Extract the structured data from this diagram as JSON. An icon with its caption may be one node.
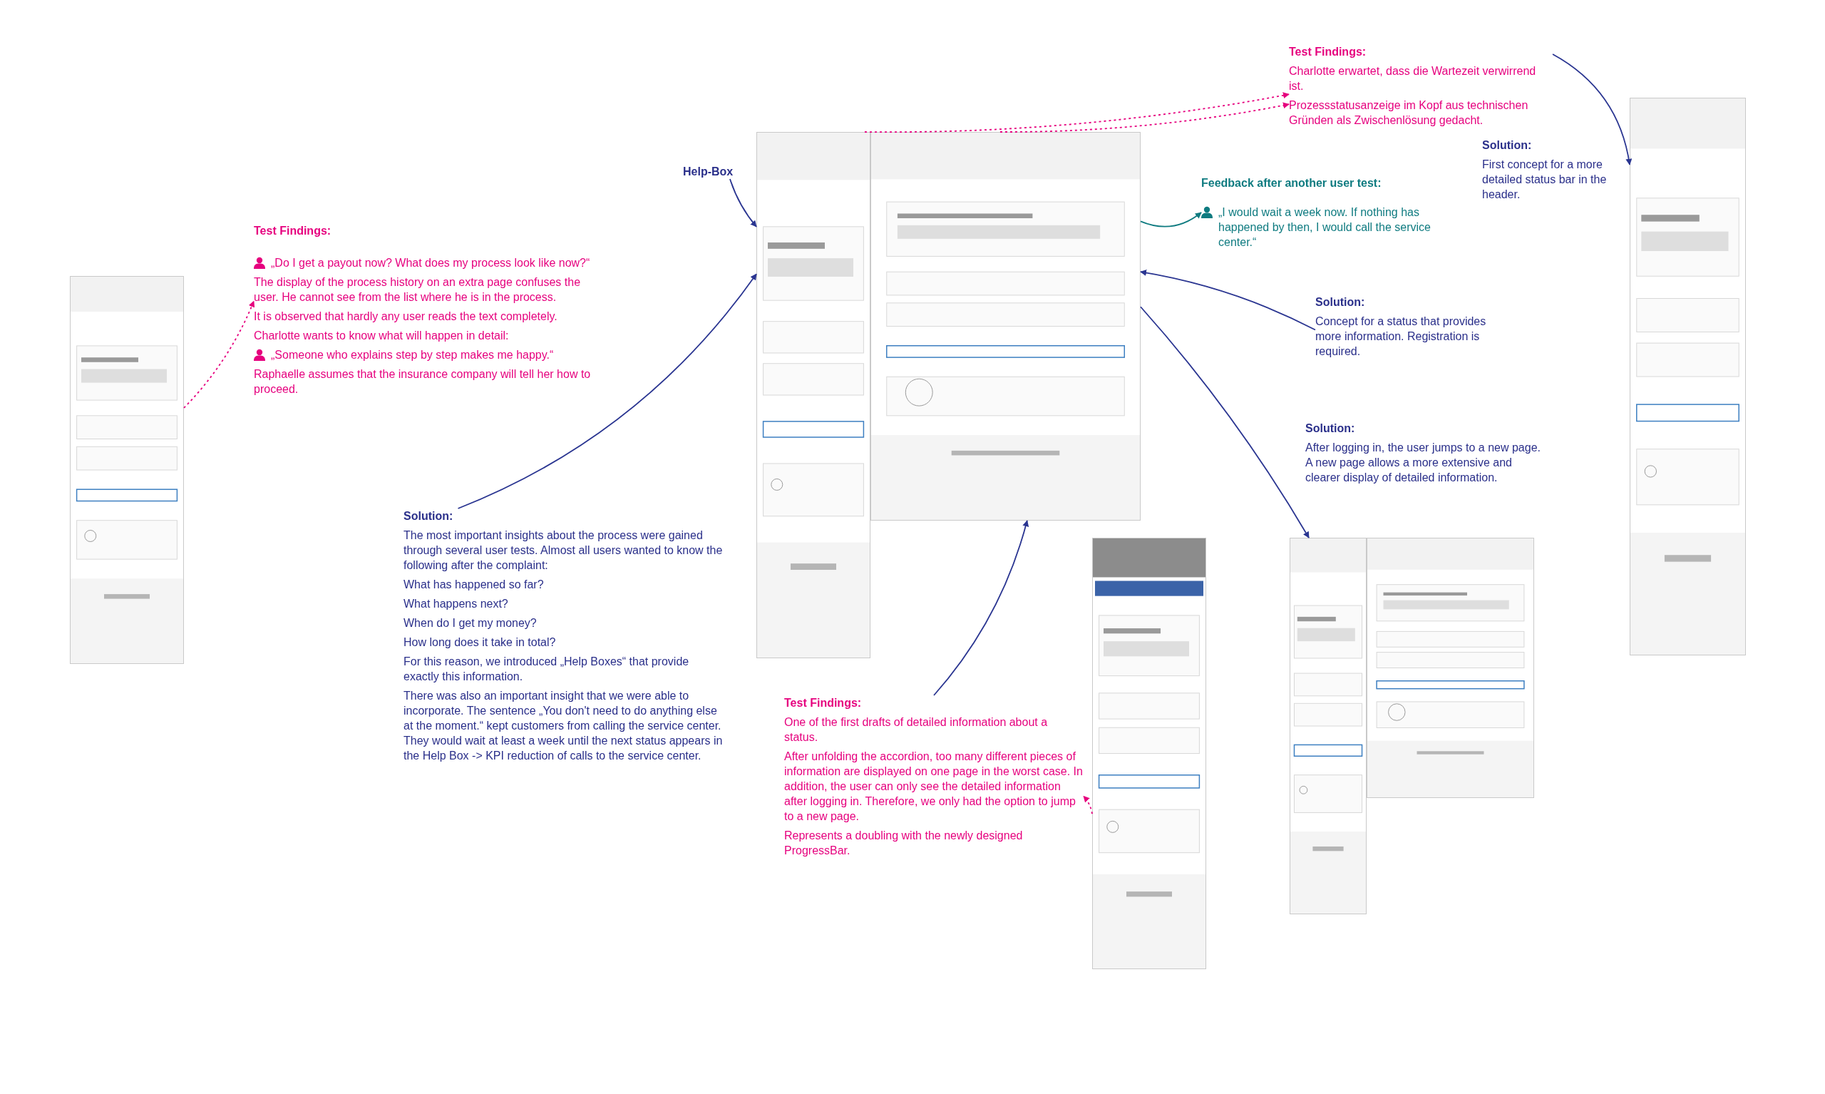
{
  "diagram": {
    "nodes": [
      {
        "text": [],
        "shape": "picture"
      },
      {
        "text": [
          "Test Findings:",
          "„Do I get a payout now? What does my process look like now?“",
          "The display of the process history on an extra page confuses the user. He cannot see from the list where he is in the process.",
          "It is observed that hardly any user reads the text completely.",
          "Charlotte wants to know what will happen in detail:",
          "„Someone who explains step by step makes me happy.“",
          "Raphaelle assumes that the insurance company will tell her how to proceed."
        ]
      },
      {
        "text": [
          "Help-Box"
        ]
      },
      {
        "text": [],
        "shape": "picture"
      },
      {
        "text": [],
        "shape": "picture"
      },
      {
        "text": [
          "Solution:",
          "The most important insights about the process were gained through several user tests. Almost all users wanted to know the following after the complaint:",
          "What has happened so far?",
          "What happens next?",
          "When do I get my money?",
          "How long does it take in total?",
          "For this reason, we introduced „Help Boxes“ that provide exactly this information.",
          "There was also an important insight that we were able to incorporate. The sentence „You don't need to do anything else at the moment.“ kept customers from calling the service center. They would wait at least a week until the next status appears in the Help Box -> KPI reduction of calls to the service center."
        ]
      },
      {
        "text": [
          "Test Findings:",
          "Charlotte erwartet, dass die Wartezeit verwirrend ist.",
          "Prozessstatusanzeige im Kopf aus technischen Gründen als Zwischenlösung gedacht."
        ]
      },
      {
        "text": [
          "Feedback after another user test:",
          "„I would wait a week now. If nothing has happened by then, I would call the service center.“"
        ]
      },
      {
        "text": [
          "Solution:",
          "First concept for a more detailed status bar in the header."
        ]
      },
      {
        "text": [],
        "shape": "picture"
      },
      {
        "text": [
          "Solution:",
          "Concept for a status that provides more information. Registration is required."
        ]
      },
      {
        "text": [
          "Solution:",
          "After logging in, the user jumps to a new page. A new page allows a more extensive and clearer display of detailed information."
        ]
      },
      {
        "text": [
          "Test Findings:",
          "One of the first drafts of detailed information about a status.",
          "After unfolding the accordion, too many different pieces of information are displayed on one page in the worst case. In addition, the user can only see the detailed information after logging in. Therefore, we only had the option to jump to a new page.",
          "Represents a doubling with the newly designed ProgressBar."
        ]
      },
      {
        "text": [],
        "shape": "picture"
      },
      {
        "text": [],
        "shape": "picture"
      },
      {
        "text": [],
        "shape": "picture"
      }
    ],
    "edges": [
      {
        "from": 0,
        "to": 1,
        "arrow": "to",
        "style": "dashed",
        "color": "#e6007e"
      },
      {
        "from": 5,
        "to": 3,
        "arrow": "to"
      },
      {
        "from": 2,
        "to": 3,
        "arrow": "to"
      },
      {
        "from": 3,
        "to": 6,
        "arrow": "to",
        "style": "dashed",
        "color": "#e6007e"
      },
      {
        "from": 4,
        "to": 6,
        "arrow": "to",
        "style": "dashed",
        "color": "#e6007e"
      },
      {
        "from": 6,
        "to": 9,
        "arrow": "to"
      },
      {
        "from": 4,
        "to": 7,
        "arrow": "to",
        "color": "#0f7b80"
      },
      {
        "from": 10,
        "to": 4,
        "arrow": "to"
      },
      {
        "from": 4,
        "to": 14,
        "arrow": "to"
      },
      {
        "from": 12,
        "to": 4,
        "arrow": "to"
      },
      {
        "from": 13,
        "to": 12,
        "arrow": "to",
        "style": "dashed",
        "color": "#e6007e"
      }
    ]
  }
}
